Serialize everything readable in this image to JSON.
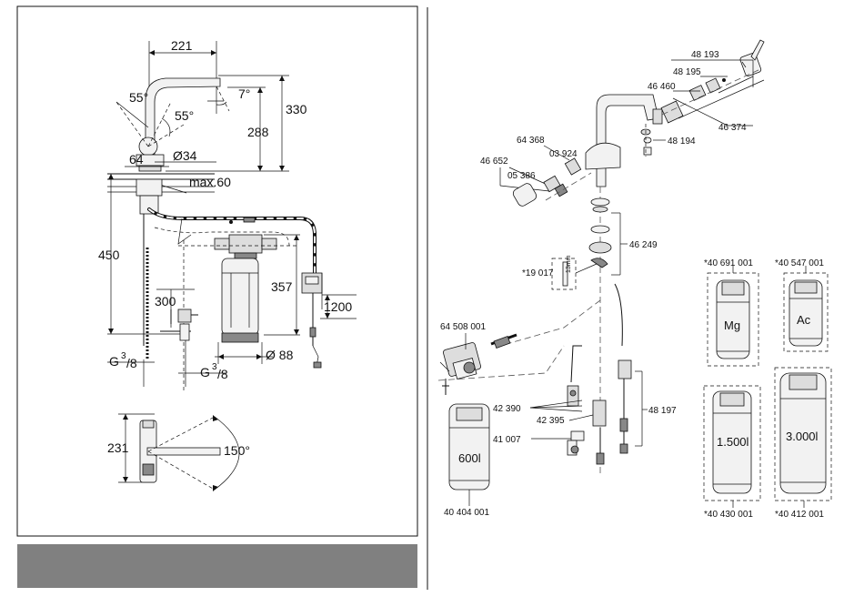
{
  "left_panel": {
    "dimensions": {
      "d221": "221",
      "d55a": "55°",
      "d55b": "55°",
      "d7": "7°",
      "d330": "330",
      "d288": "288",
      "d64": "64",
      "d34": "Ø34",
      "dmax60": "max.60",
      "d450": "450",
      "d357": "357",
      "d300": "300",
      "d1200": "1200",
      "d88": "Ø 88",
      "g38_left_g": "G",
      "g38_left_sup": "3",
      "g38_left_sub": "/8",
      "g38_right_g": "G",
      "g38_right_sup": "3",
      "g38_right_sub": "/8",
      "d231": "231",
      "d150": "150°"
    },
    "footer_bar_color": "#808080"
  },
  "right_panel": {
    "part_numbers": {
      "p48193": "48 193",
      "p48195": "48 195",
      "p46460": "46 460",
      "p46374": "46 374",
      "p48194": "48 194",
      "p64368": "64 368",
      "p03924": "03 924",
      "p46652": "46 652",
      "p05386": "05 386",
      "p46249": "46 249",
      "p19017": "*19 017",
      "p13mm": "13mm",
      "p64508": "64 508 001",
      "p42390": "42 390",
      "p42395": "42 395",
      "p41007": "41 007",
      "p48197": "48 197",
      "p40404": "40 404 001"
    },
    "filters": [
      {
        "top_code": "*40 691 001",
        "label": "Mg"
      },
      {
        "top_code": "*40 547 001",
        "label": "Ac"
      },
      {
        "top_code": "",
        "label": "1.500l",
        "bottom_code": "*40 430 001"
      },
      {
        "top_code": "",
        "label": "3.000l",
        "bottom_code": "*40 412 001"
      },
      {
        "top_code": "",
        "label": "600l",
        "bottom_code": "40 404 001"
      }
    ]
  }
}
